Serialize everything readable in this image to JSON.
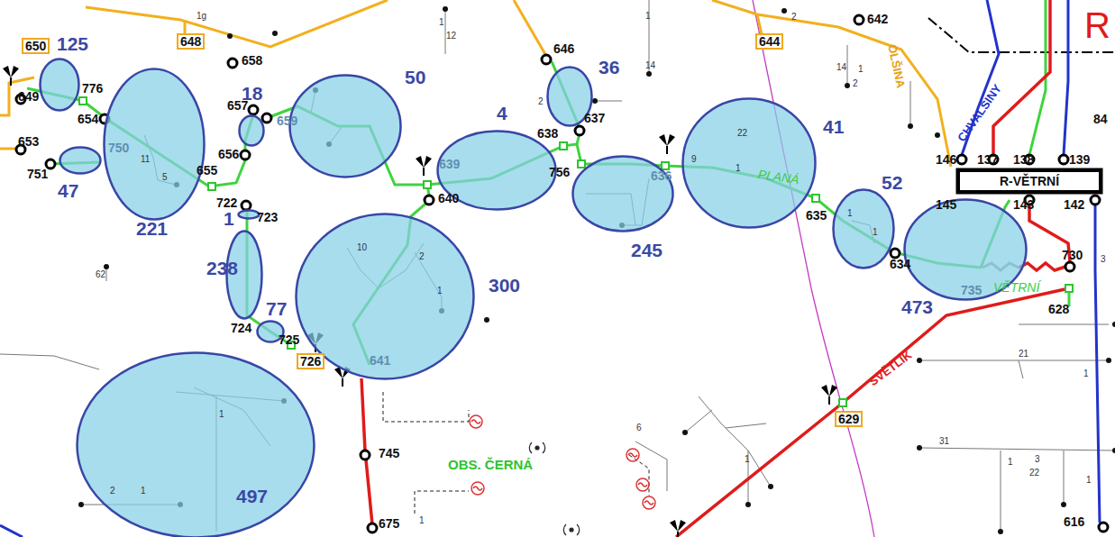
{
  "diagram": {
    "nodes": [
      {
        "text": [
          "125"
        ]
      },
      {
        "text": [
          "221"
        ]
      },
      {
        "text": [
          "47"
        ]
      },
      {
        "text": [
          "18"
        ]
      },
      {
        "text": [
          "50"
        ]
      },
      {
        "text": [
          "4"
        ]
      },
      {
        "text": [
          "36"
        ]
      },
      {
        "text": [
          "245"
        ]
      },
      {
        "text": [
          "41"
        ]
      },
      {
        "text": [
          "52"
        ]
      },
      {
        "text": [
          "R-VĚTRNÍ"
        ]
      },
      {
        "text": [
          "473"
        ]
      },
      {
        "text": [
          "1"
        ]
      },
      {
        "text": [
          "238"
        ]
      },
      {
        "text": [
          "77"
        ]
      },
      {
        "text": [
          "300"
        ]
      },
      {
        "text": [
          "497"
        ]
      }
    ],
    "labels": [
      "650",
      "648",
      "1g",
      "658",
      "1",
      "12",
      "646",
      "1",
      "14",
      "644",
      "2",
      "642",
      "14",
      "2",
      "1",
      "OLŠINA",
      "CHVALŠINY",
      "R",
      "84",
      "776",
      "649",
      "654",
      "653",
      "751",
      "750",
      "11",
      "5",
      "657",
      "659",
      "656",
      "655",
      "722",
      "723",
      "724",
      "725",
      "726",
      "639",
      "640",
      "641",
      "10",
      "2",
      "1",
      "638",
      "2",
      "637",
      "756",
      "636",
      "9",
      "22",
      "1",
      "PLANÁ",
      "635",
      "1",
      "1",
      "634",
      "146",
      "137",
      "138",
      "139",
      "145",
      "143",
      "142",
      "735",
      "VĚTRNÍ",
      "730",
      "628",
      "3",
      "62",
      "2",
      "1",
      "1",
      "745",
      "OBS. ČERNÁ",
      "1",
      "675",
      "6",
      "1",
      "629",
      "SVĚTLÍK",
      "21",
      "1",
      "31",
      "1",
      "3",
      "22",
      "1",
      "616"
    ]
  }
}
